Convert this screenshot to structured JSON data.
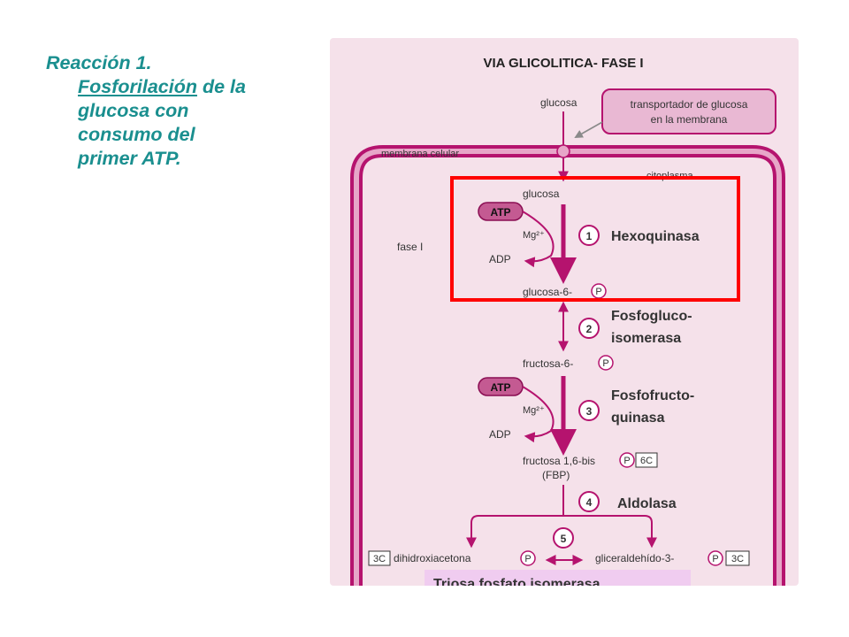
{
  "caption": {
    "prefix": "Reacción 1.",
    "link": "Fosforilación",
    "rest_1": " de la",
    "rest_2": "glucosa con",
    "rest_3": "consumo del",
    "rest_4": "primer ATP."
  },
  "diagram": {
    "title": "VIA GLICOLITICA- FASE I",
    "glucosa_outside": "glucosa",
    "transporter_1": "transportador de glucosa",
    "transporter_2": "en la membrana",
    "membrana": "membrana celular",
    "citoplasma": "citoplasma",
    "fase": "fase I",
    "atp": "ATP",
    "mg": "Mg²⁺",
    "adp": "ADP",
    "steps": [
      {
        "num": "1",
        "enzyme_1": "Hexoquinasa",
        "enzyme_2": ""
      },
      {
        "num": "2",
        "enzyme_1": "Fosfogluco-",
        "enzyme_2": "isomerasa"
      },
      {
        "num": "3",
        "enzyme_1": "Fosfofructo-",
        "enzyme_2": "quinasa"
      },
      {
        "num": "4",
        "enzyme_1": "Aldolasa",
        "enzyme_2": ""
      },
      {
        "num": "5",
        "enzyme_1": "Triosa fosfato isomerasa",
        "enzyme_2": ""
      }
    ],
    "metabolites": {
      "glucosa": "glucosa",
      "glucosa6p": "glucosa-6-",
      "fructosa6p": "fructosa-6-",
      "fbp_1": "fructosa 1,6-bis",
      "fbp_2": "(FBP)",
      "dhap": "dihidroxiacetona",
      "gap": "gliceraldehído-3-"
    },
    "p": "P",
    "c6": "6C",
    "c3": "3C",
    "colors": {
      "magenta": "#b5136e",
      "pink": "#d8a8c3",
      "highlight": "#ff0000",
      "teal": "#1a8f8f",
      "isomerase_bg": "#f0ccf0"
    }
  }
}
